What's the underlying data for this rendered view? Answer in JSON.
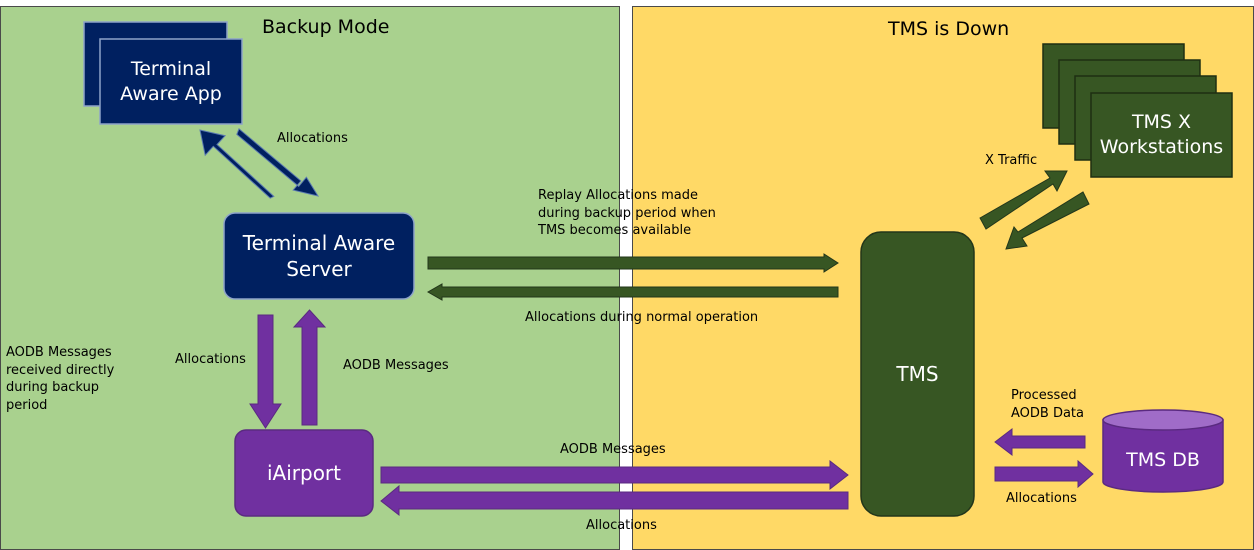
{
  "panels": {
    "left_title": "Backup Mode",
    "right_title": "TMS is Down"
  },
  "nodes": {
    "terminal_aware_app": "Terminal\nAware App",
    "terminal_aware_server": "Terminal Aware\nServer",
    "iairport": "iAirport",
    "tms": "TMS",
    "tms_db": "TMS DB",
    "tms_x_workstations": "TMS X\nWorkstations"
  },
  "labels": {
    "allocations_app": "Allocations",
    "replay": "Replay Allocations made\nduring backup period when\nTMS becomes available",
    "allocations_normal": "Allocations during normal operation",
    "aodb_direct": "AODB Messages\nreceived directly\nduring backup\nperiod",
    "allocations_down": "Allocations",
    "aodb_up": "AODB Messages",
    "aodb_iairport_tms": "AODB Messages",
    "allocations_tms_iairport": "Allocations",
    "x_traffic": "X Traffic",
    "processed_aodb": "Processed\nAODB Data",
    "allocations_db": "Allocations"
  },
  "colors": {
    "backup_panel": "#a9d18e",
    "down_panel": "#ffd966",
    "navy": "#002060",
    "dark_green": "#375623",
    "purple": "#7030a0"
  }
}
